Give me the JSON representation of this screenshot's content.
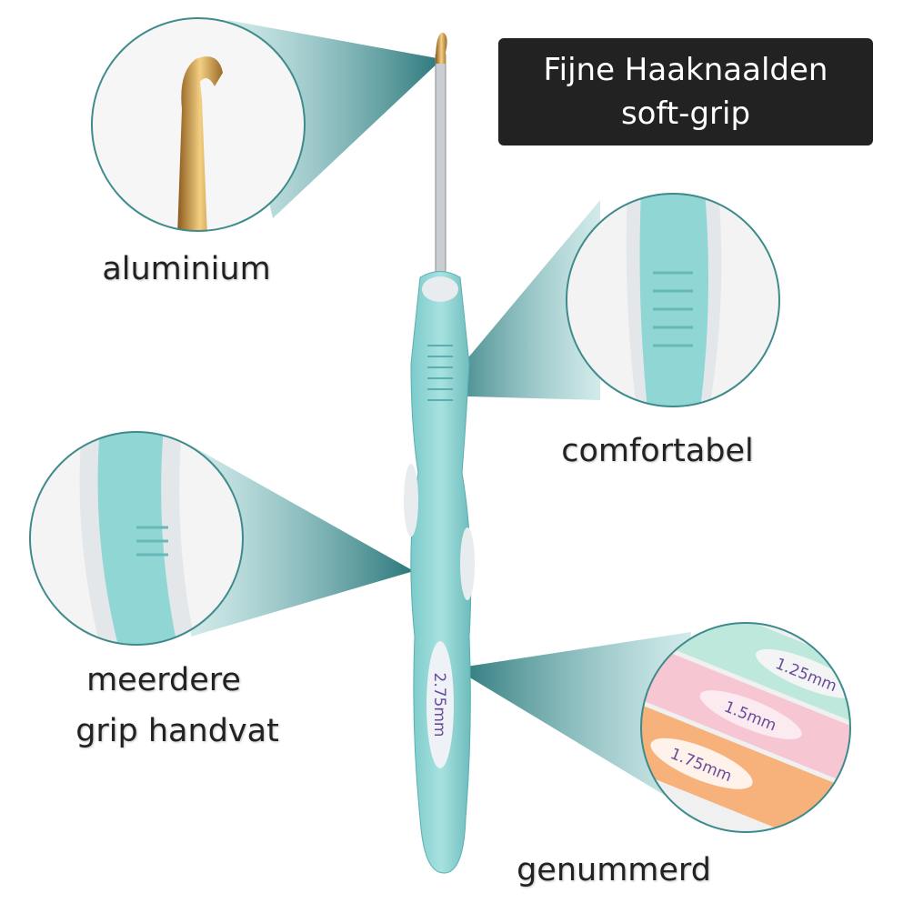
{
  "title": {
    "line1": "Fijne Haaknaalden",
    "line2": "soft-grip"
  },
  "labels": {
    "aluminium": "aluminium",
    "comfortabel": "comfortabel",
    "grip_line1": "meerdere",
    "grip_line2": "grip handvat",
    "numbered": "genummerd"
  },
  "hook_size": "2.75mm",
  "size_examples": [
    "1.25mm",
    "1.5mm",
    "1.75mm"
  ],
  "colors": {
    "handle": "#8fd6d4",
    "grip_white": "#e8ecee",
    "callout": "#2e8a8a",
    "title_bg": "#222222",
    "size_text": "#6a4a9a",
    "gold": "#c9953a"
  }
}
